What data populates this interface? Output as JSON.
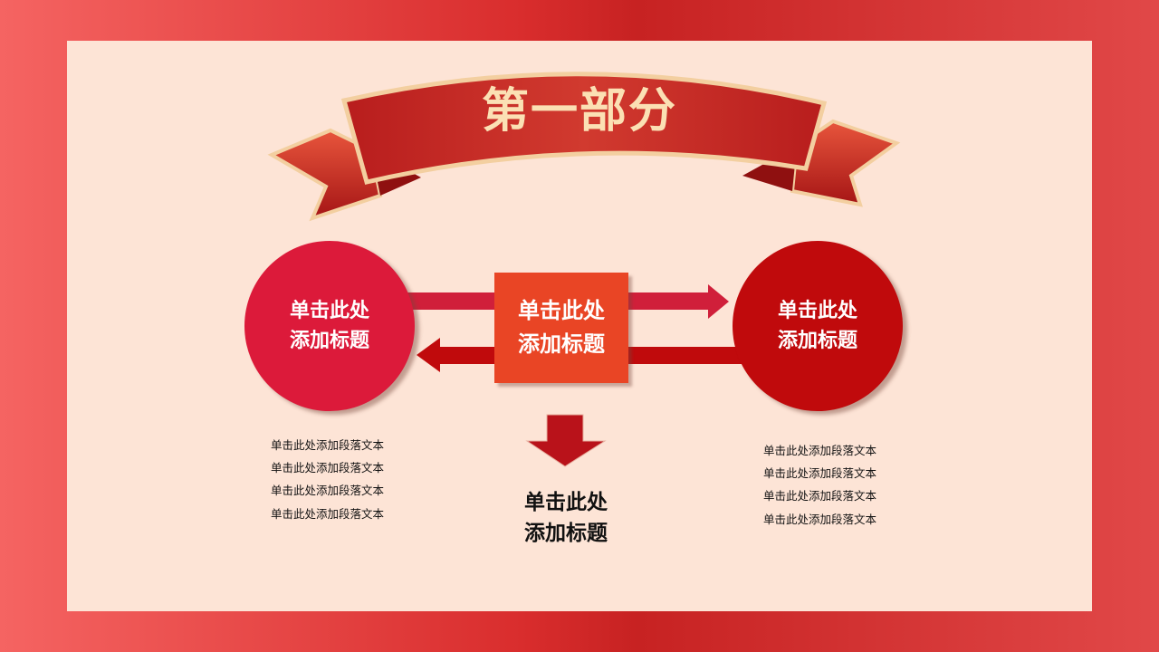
{
  "slide": {
    "ribbon_title": "第一部分",
    "left_circle": {
      "line1": "单击此处",
      "line2": "添加标题"
    },
    "center_box": {
      "line1": "单击此处",
      "line2": "添加标题"
    },
    "right_circle": {
      "line1": "单击此处",
      "line2": "添加标题"
    },
    "bottom_title": {
      "line1": "单击此处",
      "line2": "添加标题"
    },
    "left_paragraph": "单击此处添加段落文本单击此处添加段落文本单击此处添加段落文本单击此处添加段落文本",
    "right_paragraph": "单击此处添加段落文本单击此处添加段落文本单击此处添加段落文本单击此处添加段落文本"
  },
  "colors": {
    "outer_frame": "#d92d2d",
    "panel": "#fde4d6",
    "ribbon": "#c52a26",
    "ribbon_text": "#fbe0b4",
    "left_circle": "#dc1a3a",
    "right_circle": "#c00a0c",
    "center_box": "#e94525",
    "arrow": "#d01f3a"
  }
}
